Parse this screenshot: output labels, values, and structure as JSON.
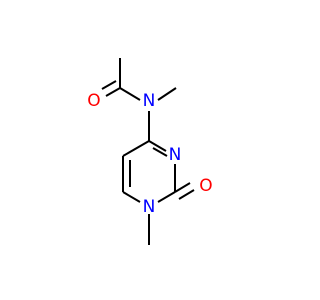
{
  "molecule": {
    "atoms": [
      {
        "id": "O_acetyl",
        "label": "O",
        "color": "#ff0000"
      },
      {
        "id": "N_amide",
        "label": "N",
        "color": "#0000ff"
      },
      {
        "id": "N3",
        "label": "N",
        "color": "#0000ff"
      },
      {
        "id": "O_carbonyl",
        "label": "O",
        "color": "#ff0000"
      },
      {
        "id": "N1",
        "label": "N",
        "color": "#0000ff"
      }
    ],
    "bond_color": "#000000"
  }
}
